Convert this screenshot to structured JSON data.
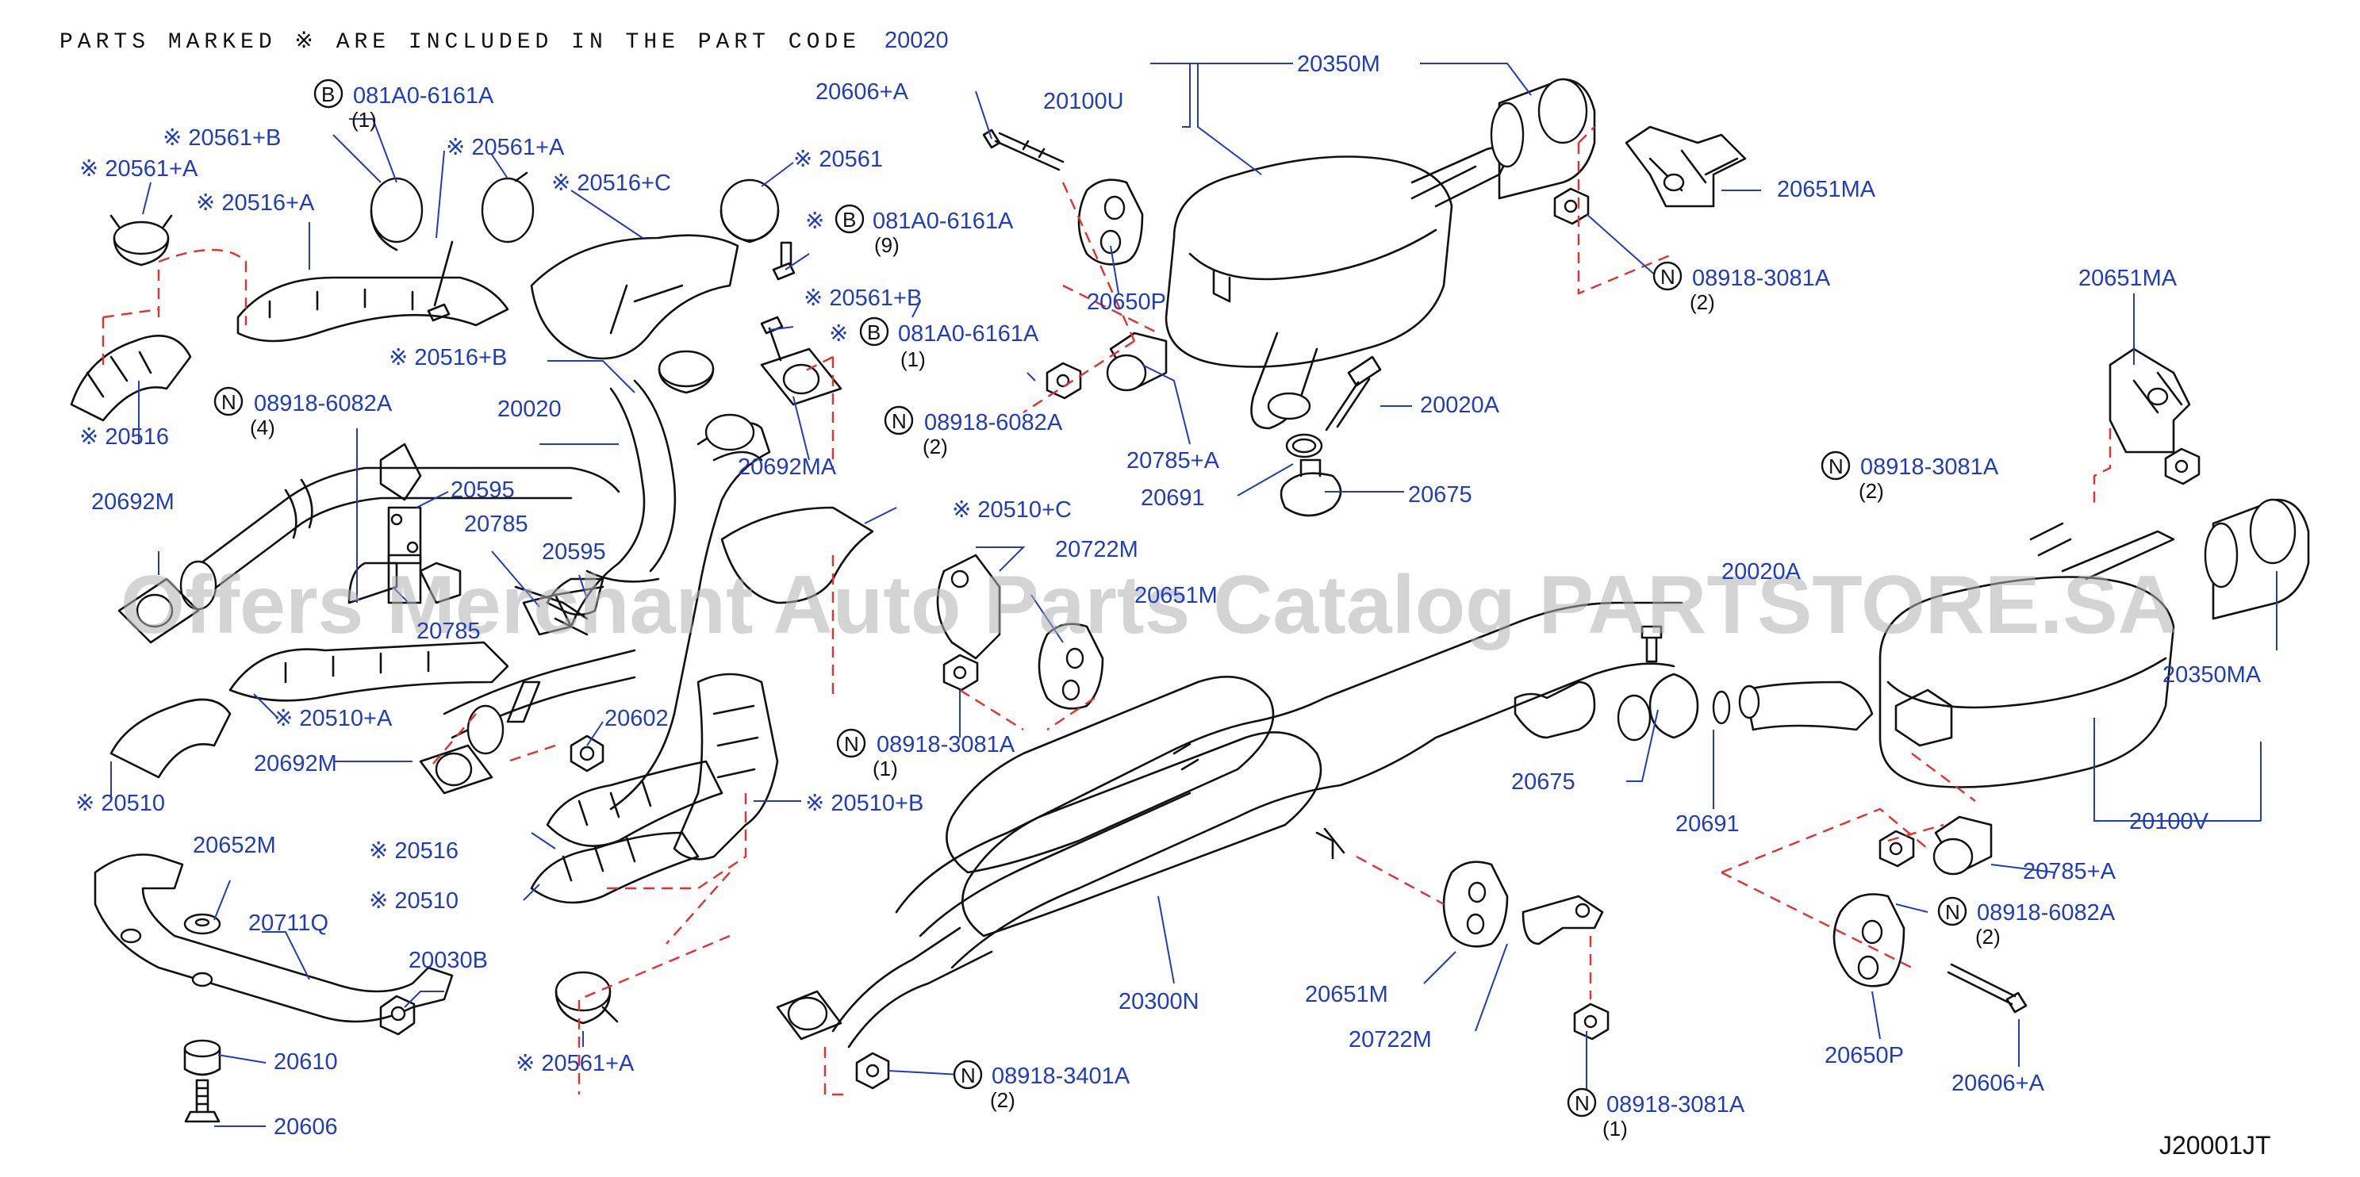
{
  "header": {
    "note": "PARTS  MARKED  ※  ARE INCLUDED  IN  THE  PART  CODE",
    "code": "20020"
  },
  "watermark": "Offers Merchant Auto Parts Catalog PARTSTORE.SA",
  "diagram_code": "J20001JT",
  "colors": {
    "label": "#1f3dbd",
    "dashed": "#e53030",
    "line": "#111111"
  },
  "callouts": [
    {
      "text": "081A0-6161A",
      "prefix": "B",
      "qty": "(1)"
    },
    {
      "text": "20561+B",
      "mark": "※"
    },
    {
      "text": "20561+A",
      "mark": "※"
    },
    {
      "text": "20561+A",
      "mark": "※"
    },
    {
      "text": "20516+A",
      "mark": "※"
    },
    {
      "text": "20516+C",
      "mark": "※"
    },
    {
      "text": "20516",
      "mark": "※"
    },
    {
      "text": "20516+B",
      "mark": "※"
    },
    {
      "text": "08918-6082A",
      "prefix": "N",
      "qty": "(4)"
    },
    {
      "text": "20020"
    },
    {
      "text": "20692M"
    },
    {
      "text": "20595"
    },
    {
      "text": "20785"
    },
    {
      "text": "20595"
    },
    {
      "text": "20785"
    },
    {
      "text": "20510+A",
      "mark": "※"
    },
    {
      "text": "20510",
      "mark": "※"
    },
    {
      "text": "20692M"
    },
    {
      "text": "20602"
    },
    {
      "text": "20516",
      "mark": "※"
    },
    {
      "text": "20510",
      "mark": "※"
    },
    {
      "text": "20652M"
    },
    {
      "text": "20711Q"
    },
    {
      "text": "20030B"
    },
    {
      "text": "20610"
    },
    {
      "text": "20606"
    },
    {
      "text": "20561+A",
      "mark": "※"
    },
    {
      "text": "20606+A"
    },
    {
      "text": "20561",
      "mark": "※"
    },
    {
      "text": "081A0-6161A",
      "prefix": "B",
      "mark": "※",
      "qty": "(9)"
    },
    {
      "text": "20561+B",
      "mark": "※"
    },
    {
      "text": "081A0-6161A",
      "prefix": "B",
      "mark": "※",
      "qty": "(1)"
    },
    {
      "text": "20692MA"
    },
    {
      "text": "08918-6082A",
      "prefix": "N",
      "qty": "(2)"
    },
    {
      "text": "20510+C",
      "mark": "※"
    },
    {
      "text": "20722M"
    },
    {
      "text": "20651M"
    },
    {
      "text": "08918-3081A",
      "prefix": "N",
      "qty": "(1)"
    },
    {
      "text": "20510+B",
      "mark": "※"
    },
    {
      "text": "08918-3401A",
      "prefix": "N",
      "qty": "(2)"
    },
    {
      "text": "20100U"
    },
    {
      "text": "20350M"
    },
    {
      "text": "20650P"
    },
    {
      "text": "20785+A"
    },
    {
      "text": "20691"
    },
    {
      "text": "20675"
    },
    {
      "text": "20020A"
    },
    {
      "text": "20651MA"
    },
    {
      "text": "08918-3081A",
      "prefix": "N",
      "qty": "(2)"
    },
    {
      "text": "20651MA"
    },
    {
      "text": "08918-3081A",
      "prefix": "N",
      "qty": "(2)"
    },
    {
      "text": "20020A"
    },
    {
      "text": "20350MA"
    },
    {
      "text": "20675"
    },
    {
      "text": "20691"
    },
    {
      "text": "20100V"
    },
    {
      "text": "20785+A"
    },
    {
      "text": "08918-6082A",
      "prefix": "N",
      "qty": "(2)"
    },
    {
      "text": "20650P"
    },
    {
      "text": "20606+A"
    },
    {
      "text": "20300N"
    },
    {
      "text": "20651M"
    },
    {
      "text": "20722M"
    },
    {
      "text": "08918-3081A",
      "prefix": "N",
      "qty": "(1)"
    }
  ]
}
